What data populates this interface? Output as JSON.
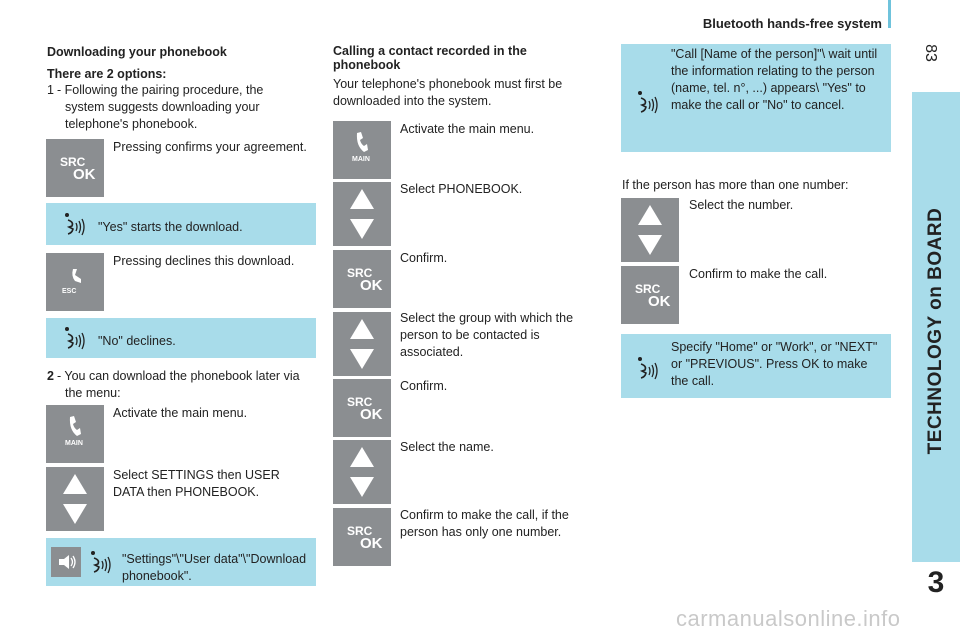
{
  "header": {
    "title": "Bluetooth hands-free system",
    "page_number": "83"
  },
  "side": {
    "section": "TECHNOLOGY on BOARD",
    "chapter": "3"
  },
  "col1": {
    "heading": "Downloading your phonebook",
    "options_title": "There are 2 options:",
    "opt1_num": "1",
    "opt1_text": "- Following the pairing procedure, the system suggests downloading your telephone's phonebook.",
    "pressing_confirms": "Pressing confirms your agreement.",
    "yes_starts": "\"Yes\" starts the download.",
    "pressing_declines": "Pressing declines this download.",
    "no_declines": "\"No\" declines.",
    "opt2_num": "2",
    "opt2_text": "- You can download the phonebook later via the menu:",
    "activate_main": "Activate the main menu.",
    "select_settings": "Select SETTINGS then USER DATA then PHONEBOOK.",
    "voice_settings": "\"Settings\"\\\"User data\"\\\"Download phonebook\"."
  },
  "col2": {
    "heading": "Calling a contact recorded in the phonebook",
    "intro": "Your telephone's phonebook must first be downloaded into the system.",
    "step1": "Activate the main menu.",
    "step2": "Select PHONEBOOK.",
    "step3": "Confirm.",
    "step4": "Select the group with which the person to be contacted is associated.",
    "step5": "Confirm.",
    "step6": "Select the name.",
    "step7": "Confirm to make the call, if the person has only one number."
  },
  "col3": {
    "voice_call": "\"Call [Name of the person]\"\\ wait until the information relating to the person (name, tel. n°, ...) appears\\ \"Yes\" to make the call or \"No\" to cancel.",
    "more_numbers": "If the person has more than one number:",
    "select_number": "Select the number.",
    "confirm_call": "Confirm to make the call.",
    "voice_specify": "Specify \"Home\" or \"Work\", or \"NEXT\" or \"PREVIOUS\". Press OK to make the call."
  },
  "buttons": {
    "src": "SRC",
    "ok": "OK",
    "main": "MAIN",
    "esc": "ESC"
  },
  "watermark": "carmanualsonline.info",
  "icons": [
    "voice-command-icon",
    "phone-handset-icon",
    "arrow-up-icon",
    "arrow-down-icon",
    "steering-voice-button-icon"
  ],
  "colors": {
    "voice_box": "#a8dcea",
    "button_grey": "#8b8e91",
    "accent": "#6fc3dc"
  }
}
